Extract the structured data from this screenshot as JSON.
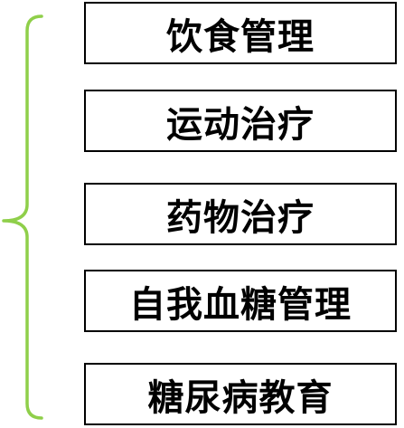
{
  "items": [
    {
      "label": "饮食管理"
    },
    {
      "label": "运动治疗"
    },
    {
      "label": "药物治疗"
    },
    {
      "label": "自我血糖管理"
    },
    {
      "label": "糖尿病教育"
    }
  ],
  "colors": {
    "brace": "#8fcf4a",
    "box_border": "#000000",
    "text": "#000000"
  }
}
